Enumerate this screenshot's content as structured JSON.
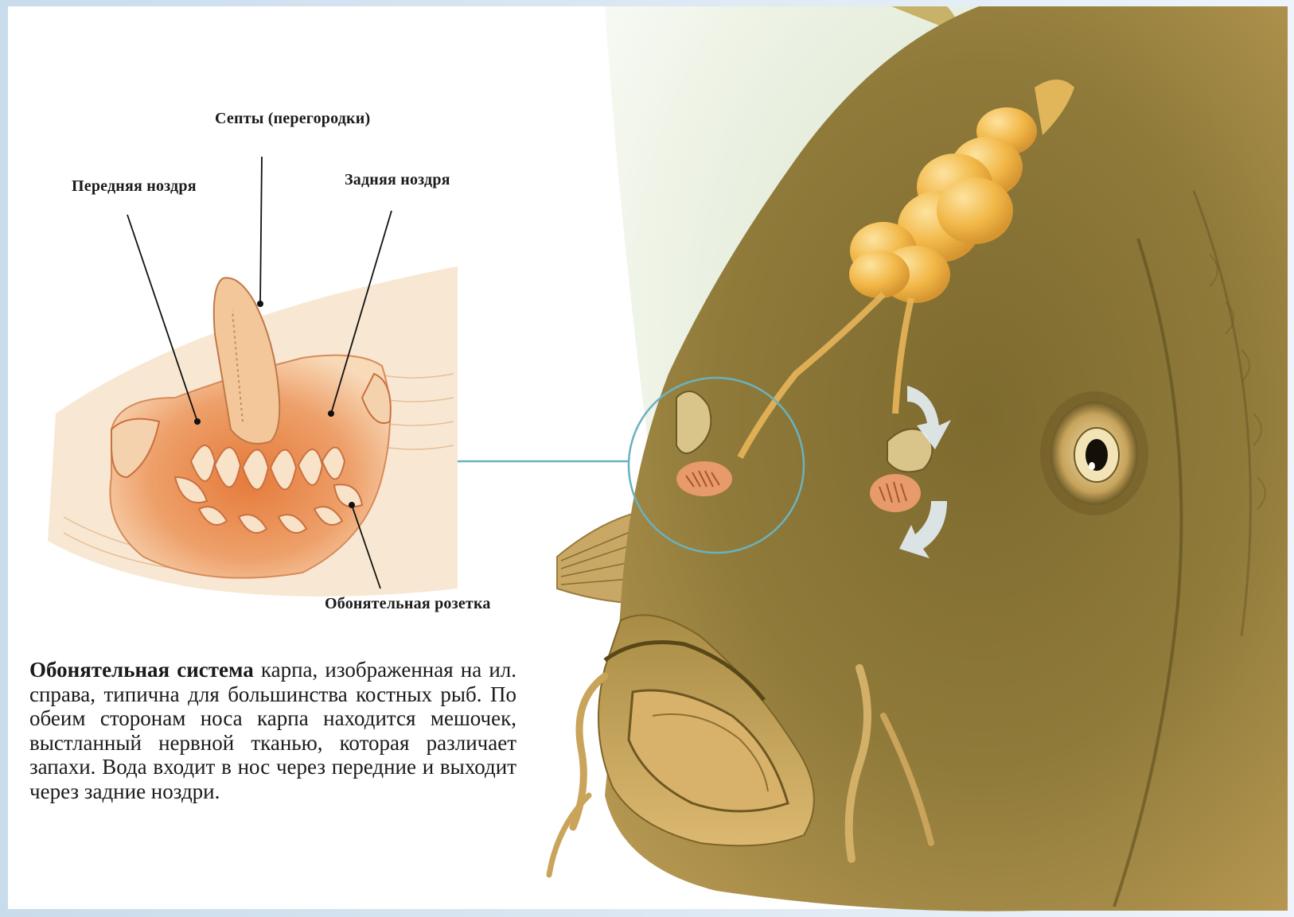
{
  "labels": {
    "septa": "Септы (перегородки)",
    "front_nostril": "Передняя ноздря",
    "rear_nostril": "Задняя ноздря",
    "rosette": "Обонятельная розетка"
  },
  "caption": {
    "bold": "Обонятельная система",
    "text": " карпа, изображенная на ил. справа, типична для большинства костных рыб. По обеим сторонам носа карпа находится мешочек, выстланный нервной тканью, которая различает запахи. Вода входит в нос через передние и выходит через задние ноздри."
  },
  "colors": {
    "fish_body": "#8f7a3a",
    "fish_belly": "#c9a45a",
    "olfactory_lobes": "#f0b545",
    "rosette_tissue": "#e8905a",
    "callout_circle": "#6ab2bf",
    "frame_left": "#d7e6f2"
  }
}
